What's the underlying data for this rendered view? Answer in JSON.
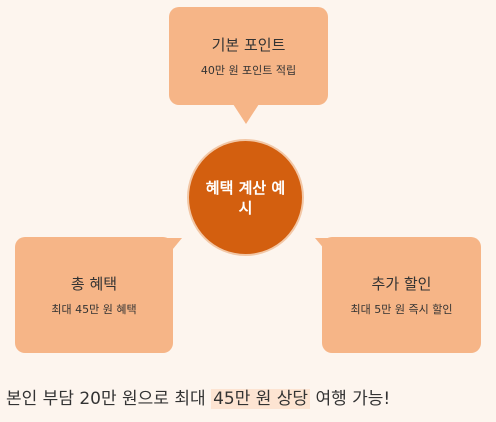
{
  "diagram": {
    "center": {
      "label": "혜택 계산 예시"
    },
    "nodes": [
      {
        "id": "top",
        "title": "기본 포인트",
        "desc": "40만 원 포인트 적립"
      },
      {
        "id": "left",
        "title": "총 혜택",
        "desc": "최대 45만 원 혜택"
      },
      {
        "id": "right",
        "title": "추가 할인",
        "desc": "최대 5만 원 즉시 할인"
      }
    ],
    "colors": {
      "bubble": "#f6b587",
      "center": "#d35f0f",
      "background": "#fdf5ee",
      "highlight": "#fde4d2"
    }
  },
  "summary": {
    "before": "본인 부담 20만 원으로 최대 ",
    "highlight": "45만 원 상당",
    "after": " 여행 가능!"
  }
}
